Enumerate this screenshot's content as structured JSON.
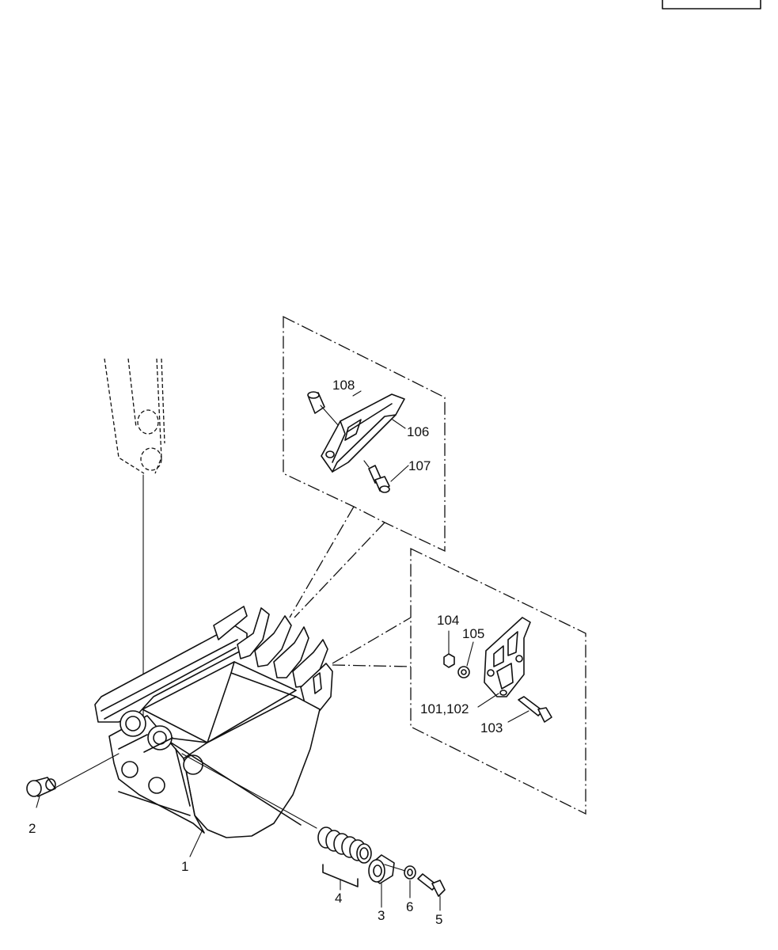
{
  "diagram": {
    "frame_box_label": "",
    "callouts": {
      "c1": "1",
      "c2": "2",
      "c3": "3",
      "c4": "4",
      "c5": "5",
      "c6": "6",
      "c101": "101,102",
      "c103": "103",
      "c104": "104",
      "c105": "105",
      "c106": "106",
      "c107": "107",
      "c108": "108"
    }
  }
}
